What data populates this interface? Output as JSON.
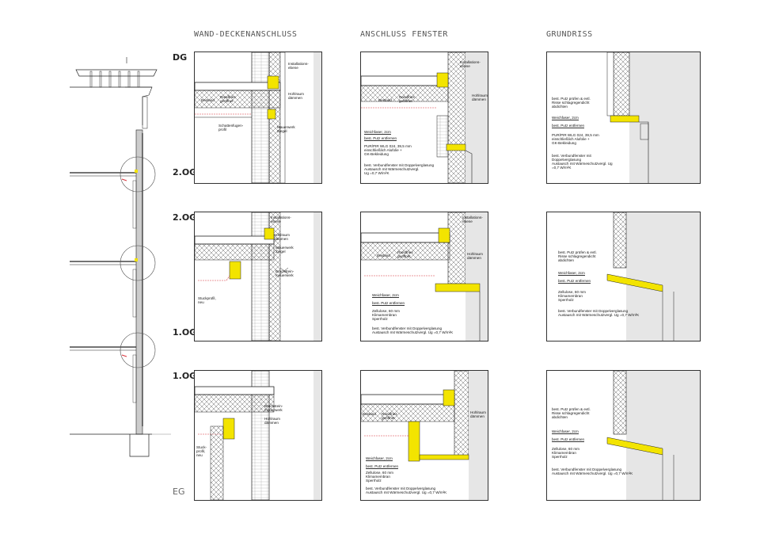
{
  "headers": {
    "col1": "WAND-DECKENANSCHLUSS",
    "col2": "ANSCHLUSS FENSTER",
    "col3": "GRUNDRISS"
  },
  "floors": {
    "r1_top": "DG",
    "r1_bottom": "2.OG",
    "r2_top": "2.OG",
    "r2_bottom": "1.OG",
    "r3_top": "1.OG",
    "r3_bottom": "EG"
  },
  "colors": {
    "insulation": "#f3e400",
    "redline": "#d8323b",
    "wall": "#e6e6e6",
    "line": "#222222"
  },
  "labels": {
    "inst": "Installations-\nebene",
    "hohlraum": "Hohlraum\ndämmen",
    "bestand": "Bestand",
    "randfries": "Randfries\ngeöffnet",
    "schatten": "Schattenfugen-\nprofil",
    "mauerwerk": "Mauerwerk\nZiegel",
    "bruchstein": "Bruchstein-\nmauerwerk",
    "stuck": "Stuckprofil,\nneu",
    "stuck3": "Stuck-\nprofil,\nneu",
    "weichfaser": "Weichfaser, 2cm",
    "putz": "best. Putz entfernen",
    "pur": "PUR/PIR WLG 024, 39,5 mm\neinschließlich Alufolie +\nGK-Bekleidung",
    "zellulose": "Zellulose, 60 mm\nKlimamembran\nSperrholz",
    "fenster": "best. Verbundfenster mit Doppelverglasung\nAustausch mit Wärmeschutzvergl. Ug =0,7 W/m²K",
    "fenster_short": "best. Verbundfenster mit Doppelverglasung\nAustausch mit Wärmeschutzvergl.\nUg =0,7 W/m²K",
    "putz_pruefen": "best. Putz prüfen & evtl.\nRisse schlagregendicht\nabdichten",
    "fenster_gr1": "best. Verbundfenster mit\nDoppelverglasung\nAustausch mit Wärmeschutzvergl. Ug\n=0,7 W/m²K"
  }
}
